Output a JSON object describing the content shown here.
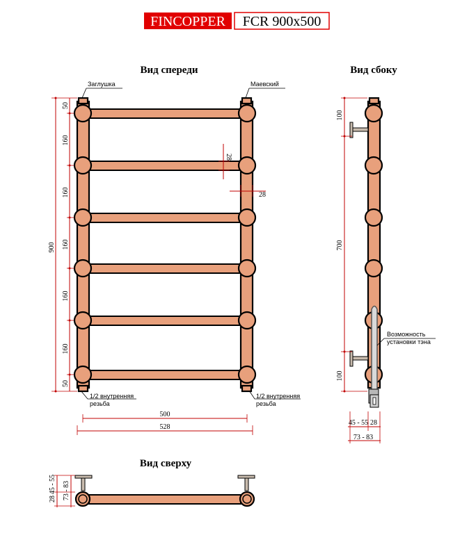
{
  "header": {
    "brand": "FINCOPPER",
    "model": "FCR 900x500"
  },
  "views": {
    "front": "Вид спереди",
    "side": "Вид сбоку",
    "top": "Вид сверху"
  },
  "labels": {
    "plug": "Заглушка",
    "mayevsky": "Маевский",
    "thread_left_1": "1/2 внутренняя",
    "thread_left_2": "резьба",
    "thread_right_1": "1/2 внутренняя",
    "thread_right_2": "резьба",
    "heater_1": "Возможность",
    "heater_2": "установки тэна"
  },
  "dimensions": {
    "total_height": "900",
    "top_margin": "50",
    "bottom_margin": "50",
    "pitch": "160",
    "rung_diameter": "28",
    "column_diameter": "28",
    "center_width": "500",
    "total_width": "528",
    "side_top": "100",
    "side_mid": "700",
    "side_bottom": "100",
    "wall_gap": "45 - 55",
    "wall_total": "73 - 83",
    "side_pipe": "28"
  },
  "colors": {
    "copper": "#e8a07c",
    "dimension": "#c00000",
    "brand_red": "#e10000",
    "bracket": "#c9bcae"
  }
}
